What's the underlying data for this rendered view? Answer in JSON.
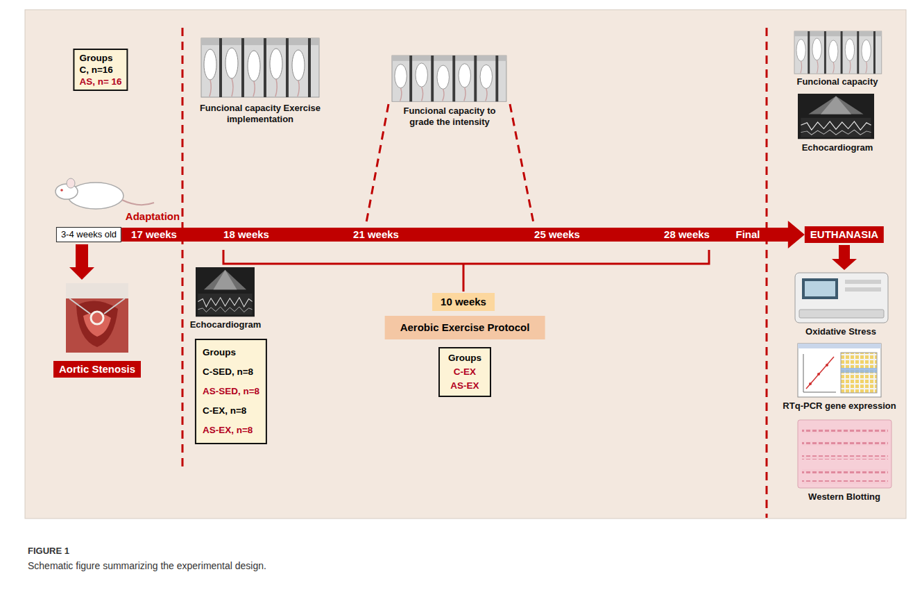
{
  "diagram": {
    "caption": "Schematic figure summarizing the experimental design.",
    "nodes": [
      {
        "text": [
          "Groups",
          "C, n=16",
          "AS, n= 16"
        ]
      },
      {
        "text": [
          "3-4 weeks old"
        ]
      },
      {
        "text": [
          "Aortic Stenosis"
        ]
      },
      {
        "text": [
          "Groups",
          "C-SED, n=8",
          "AS-SED, n=8",
          "C-EX, n=8",
          "AS-EX, n=8"
        ]
      },
      {
        "text": [
          "10 weeks"
        ]
      },
      {
        "text": [
          "Aerobic Exercise Protocol"
        ]
      },
      {
        "text": [
          "Groups",
          "C-EX",
          "AS-EX"
        ]
      },
      {
        "text": [
          "EUTHANASIA"
        ]
      }
    ],
    "edges": [
      {
        "from": 1,
        "to": 7,
        "arrow": "to"
      }
    ],
    "labels": [
      "Funcional capacity Exercise implementation",
      "Funcional capacity to grade the intensity",
      "Adaptation",
      "17 weeks",
      "18 weeks",
      "21 weeks",
      "25 weeks",
      "28 weeks",
      "Final",
      "Echocardiogram",
      "Funcional capacity",
      "Echocardiogram",
      "Oxidative Stress",
      "RTq-PCR gene expression",
      "Western Blotting",
      "FIGURE 1"
    ]
  }
}
